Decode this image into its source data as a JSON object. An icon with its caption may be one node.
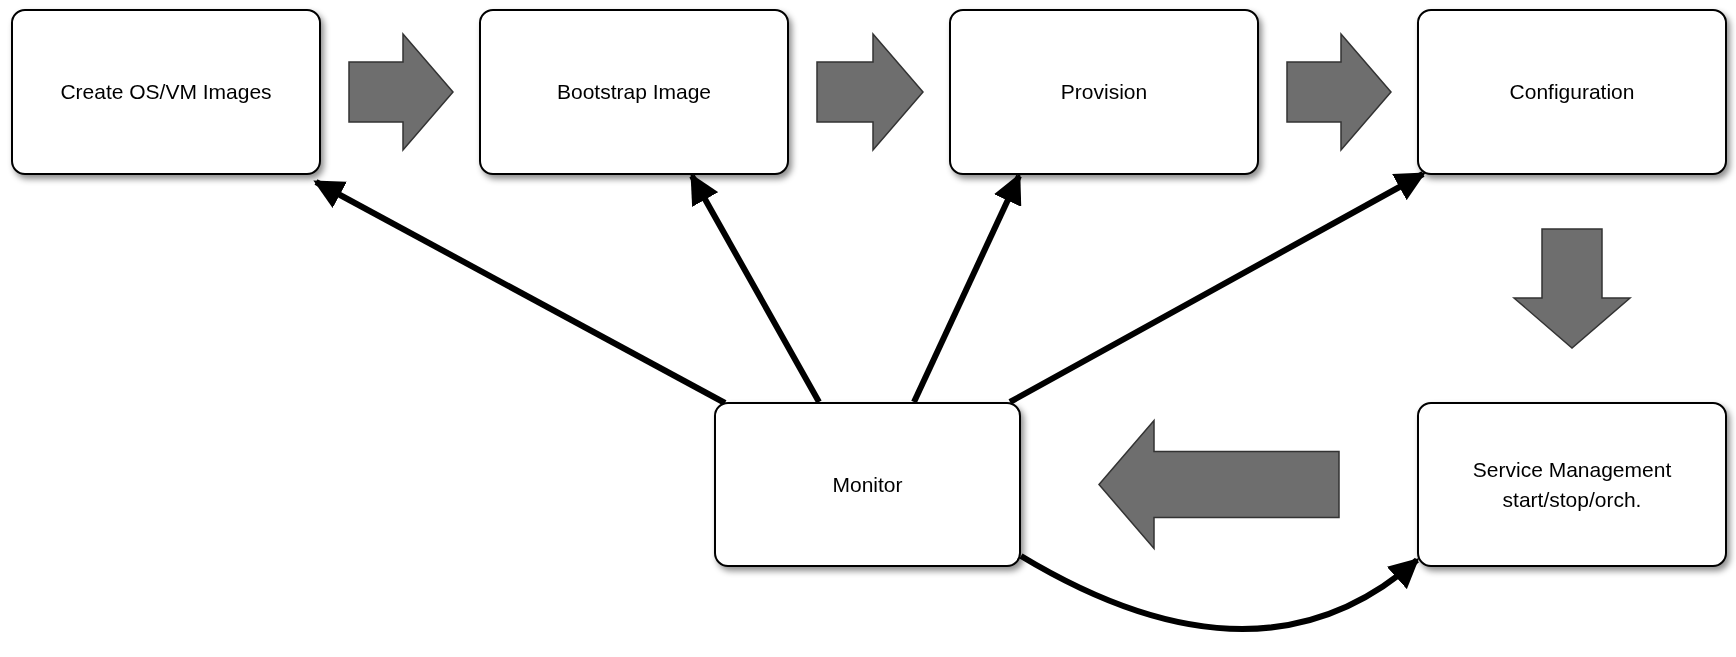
{
  "diagram": {
    "nodes": [
      {
        "text": [
          "Create OS/VM Images"
        ]
      },
      {
        "text": [
          "Bootstrap Image"
        ]
      },
      {
        "text": [
          "Provision"
        ]
      },
      {
        "text": [
          "Configuration"
        ]
      },
      {
        "text": [
          "Monitor"
        ]
      },
      {
        "text": [
          "Service Management start/stop/orch."
        ]
      }
    ],
    "edges": [
      {
        "from": 0,
        "to": 1,
        "arrow": "to",
        "style": "thick",
        "color": "#6e6e6e"
      },
      {
        "from": 1,
        "to": 2,
        "arrow": "to",
        "style": "thick",
        "color": "#6e6e6e"
      },
      {
        "from": 2,
        "to": 3,
        "arrow": "to",
        "style": "thick",
        "color": "#6e6e6e"
      },
      {
        "from": 3,
        "to": 5,
        "arrow": "to",
        "style": "thick",
        "color": "#6e6e6e"
      },
      {
        "from": 5,
        "to": 4,
        "arrow": "to",
        "style": "thick",
        "color": "#6e6e6e"
      },
      {
        "from": 4,
        "to": 0,
        "arrow": "to"
      },
      {
        "from": 4,
        "to": 1,
        "arrow": "to"
      },
      {
        "from": 4,
        "to": 2,
        "arrow": "to"
      },
      {
        "from": 4,
        "to": 3,
        "arrow": "to"
      },
      {
        "from": 4,
        "to": 5,
        "arrow": "to"
      }
    ]
  }
}
